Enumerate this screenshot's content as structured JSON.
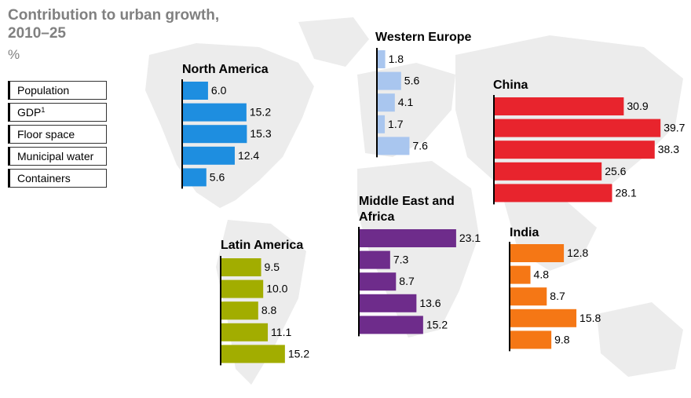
{
  "title_line1": "Contribution to urban growth,",
  "title_line2": "2010–25",
  "unit": "%",
  "legend": [
    {
      "label": "Population",
      "sup": ""
    },
    {
      "label": "GDP",
      "sup": "1"
    },
    {
      "label": "Floor space",
      "sup": ""
    },
    {
      "label": "Municipal water",
      "sup": ""
    },
    {
      "label": "Containers",
      "sup": ""
    }
  ],
  "chart_data": {
    "type": "bar",
    "categories": [
      "Population",
      "GDP",
      "Floor space",
      "Municipal water",
      "Containers"
    ],
    "series": [
      {
        "name": "North America",
        "color": "#1e8ee0",
        "values": [
          6.0,
          15.2,
          15.3,
          12.4,
          5.6
        ]
      },
      {
        "name": "Western Europe",
        "color": "#a9c6ef",
        "values": [
          1.8,
          5.6,
          4.1,
          1.7,
          7.6
        ]
      },
      {
        "name": "China",
        "color": "#e8242d",
        "values": [
          30.9,
          39.7,
          38.3,
          25.6,
          28.1
        ]
      },
      {
        "name": "Latin America",
        "color": "#a2ad00",
        "values": [
          9.5,
          10.0,
          8.8,
          11.1,
          15.2
        ]
      },
      {
        "name": "Middle East and Africa",
        "color": "#6e2c8b",
        "values": [
          23.1,
          7.3,
          8.7,
          13.6,
          15.2
        ]
      },
      {
        "name": "India",
        "color": "#f57715",
        "values": [
          12.8,
          4.8,
          8.7,
          15.8,
          9.8
        ]
      }
    ]
  }
}
